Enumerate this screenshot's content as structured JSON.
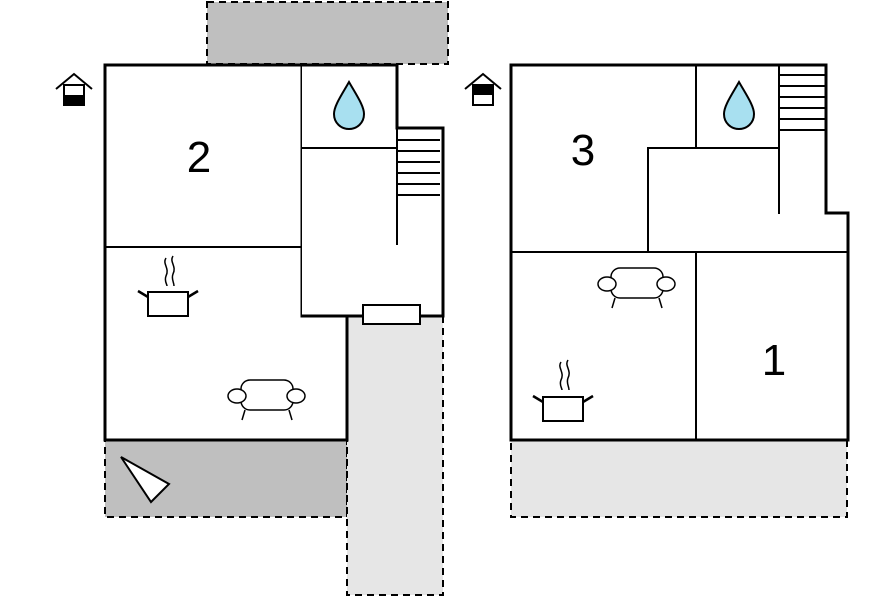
{
  "plans": [
    {
      "name": "left-floor",
      "rooms": [
        {
          "label": "2"
        }
      ],
      "icons": [
        "house-floor-indicator-icon",
        "bathroom-water-drop-icon",
        "stairs-icon",
        "kitchen-pot-icon",
        "sofa-icon",
        "compass-north-arrow-icon",
        "door-icon"
      ]
    },
    {
      "name": "right-floor",
      "rooms": [
        {
          "label": "3"
        },
        {
          "label": "1"
        }
      ],
      "icons": [
        "house-floor-indicator-icon",
        "bathroom-water-drop-icon",
        "stairs-icon",
        "sofa-icon",
        "kitchen-pot-icon"
      ]
    }
  ],
  "colors": {
    "wall": "#000000",
    "terrace_dark": "#bfbfbf",
    "terrace_light": "#e6e6e6",
    "water": "#a8e0f0",
    "background": "#ffffff"
  }
}
